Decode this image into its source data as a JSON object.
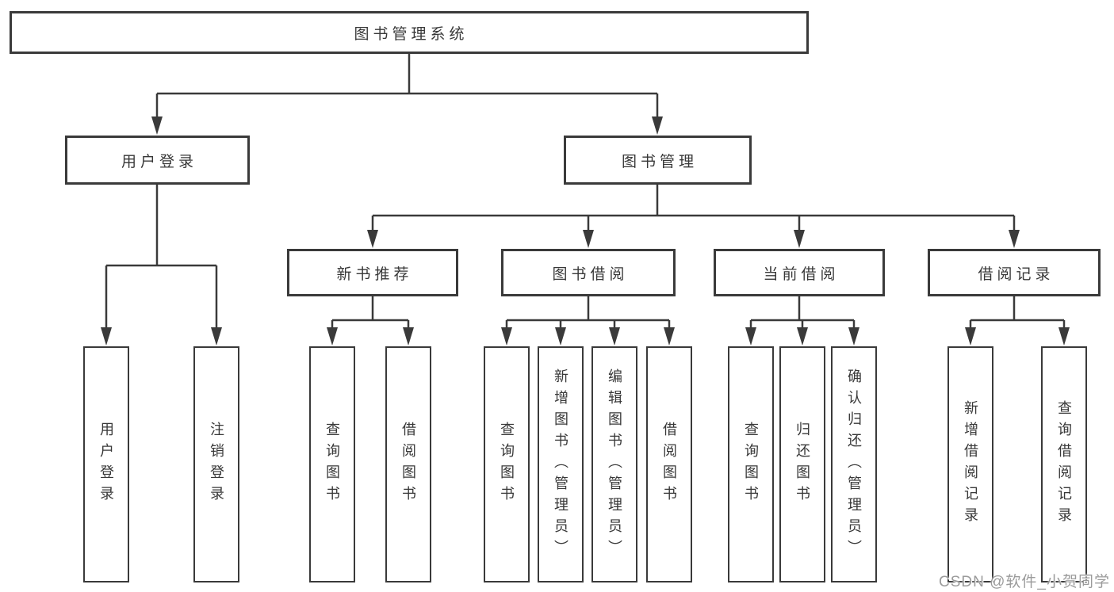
{
  "diagram": {
    "title": "图书管理系统",
    "type": "hierarchy-tree",
    "colors": {
      "line": "#3a3a3a",
      "box_border": "#3a3a3a",
      "text": "#383838",
      "background": "#ffffff",
      "watermark": "#969696"
    }
  },
  "tree": {
    "label": "图书管理系统",
    "children": [
      {
        "label": "用户登录",
        "children": [
          {
            "label": "用户登录"
          },
          {
            "label": "注销登录"
          }
        ]
      },
      {
        "label": "图书管理",
        "children": [
          {
            "label": "新书推荐",
            "children": [
              {
                "label": "查询图书"
              },
              {
                "label": "借阅图书"
              }
            ]
          },
          {
            "label": "图书借阅",
            "children": [
              {
                "label": "查询图书"
              },
              {
                "label": "新增图书（管理员）"
              },
              {
                "label": "编辑图书（管理员）"
              },
              {
                "label": "借阅图书"
              }
            ]
          },
          {
            "label": "当前借阅",
            "children": [
              {
                "label": "查询图书"
              },
              {
                "label": "归还图书"
              },
              {
                "label": "确认归还（管理员）"
              }
            ]
          },
          {
            "label": "借阅记录",
            "children": [
              {
                "label": "新增借阅记录"
              },
              {
                "label": "查询借阅记录"
              }
            ]
          }
        ]
      }
    ]
  },
  "watermark": {
    "text": "CSDN @软件_小贺同学"
  }
}
